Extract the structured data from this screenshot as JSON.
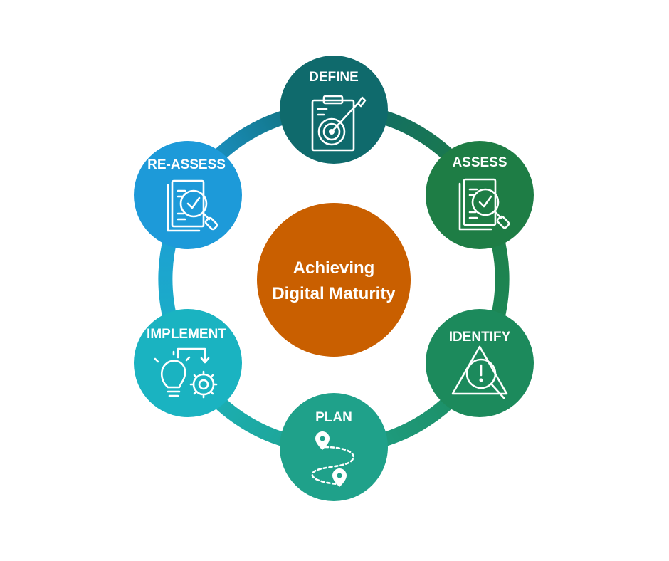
{
  "center": {
    "line1": "Achieving",
    "line2": "Digital Maturity",
    "color": "#c95f00"
  },
  "stages": [
    {
      "label": "DEFINE",
      "icon": "clipboard-target-icon",
      "color": "#0f6a6c"
    },
    {
      "label": "ASSESS",
      "icon": "document-magnifier-check-icon",
      "color": "#1e7d45"
    },
    {
      "label": "IDENTIFY",
      "icon": "warning-magnifier-icon",
      "color": "#1c8a5c"
    },
    {
      "label": "PLAN",
      "icon": "route-map-pins-icon",
      "color": "#1fa18a"
    },
    {
      "label": "IMPLEMENT",
      "icon": "lightbulb-gear-icon",
      "color": "#1ab3c1"
    },
    {
      "label": "RE-ASSESS",
      "icon": "document-magnifier-check-icon",
      "color": "#1d9ad9"
    }
  ],
  "ring_colors": [
    "#0f6a6c",
    "#1e7d45",
    "#1c8a5c",
    "#1fa18a",
    "#1ab3c1",
    "#1d9ad9"
  ]
}
